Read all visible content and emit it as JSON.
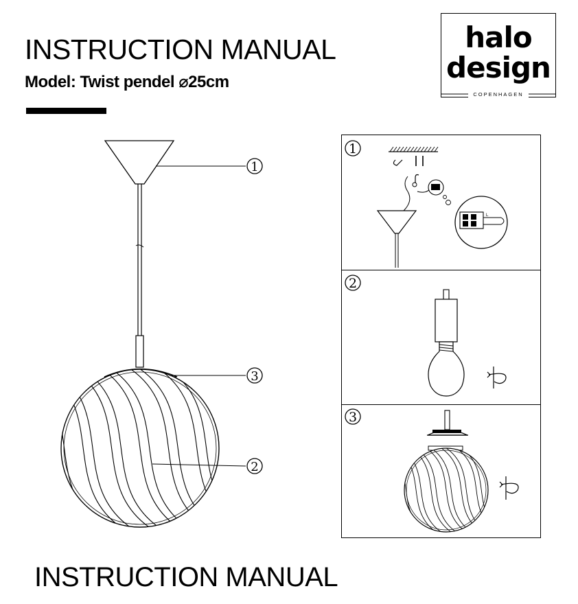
{
  "header": {
    "title": "INSTRUCTION MANUAL",
    "model": "Model: Twist pendel ⌀25cm"
  },
  "logo": {
    "line1": "halo",
    "line2": "design",
    "subtitle": "COPENHAGEN"
  },
  "main_figure": {
    "callouts": [
      "1",
      "3",
      "2"
    ]
  },
  "steps": [
    {
      "number": "1",
      "wire_label": "L"
    },
    {
      "number": "2"
    },
    {
      "number": "3"
    }
  ],
  "footer": {
    "title": "INSTRUCTION MANUAL"
  }
}
